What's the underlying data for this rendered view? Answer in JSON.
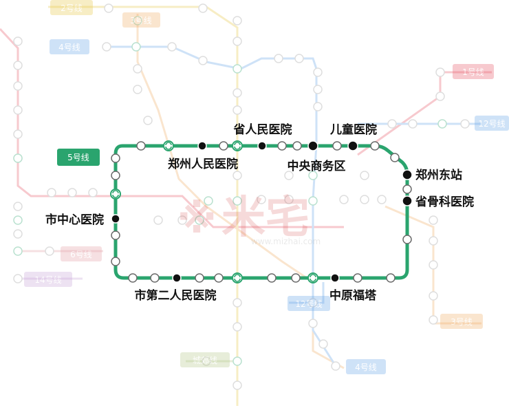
{
  "map": {
    "highlight_line": {
      "badge": "5号线",
      "color": "#2aa46e"
    },
    "stations": {
      "s1": "省人民医院",
      "s2": "儿童医院",
      "s3": "郑州人民医院",
      "s4": "中央商务区",
      "s5": "郑州东站",
      "s6": "省骨科医院",
      "s7": "市中心医院",
      "s8": "市第二人民医院",
      "s9": "中原福塔"
    },
    "other_lines": [
      {
        "id": "l2",
        "badge": "2号线",
        "color": "#e8c84a"
      },
      {
        "id": "l3",
        "badge": "3号线",
        "color": "#f1b06a"
      },
      {
        "id": "l4a",
        "badge": "4号线",
        "color": "#6aa6e8"
      },
      {
        "id": "l1",
        "badge": "1号线",
        "color": "#e85a6a"
      },
      {
        "id": "l12a",
        "badge": "12号线",
        "color": "#6aa6e8"
      },
      {
        "id": "l6",
        "badge": "6号线",
        "color": "#e6a0a8"
      },
      {
        "id": "l14",
        "badge": "14号线",
        "color": "#c9a6d8"
      },
      {
        "id": "l12b",
        "badge": "12号线",
        "color": "#6aa6e8"
      },
      {
        "id": "l4b",
        "badge": "4号线",
        "color": "#6aa6e8"
      },
      {
        "id": "l3b",
        "badge": "3号线",
        "color": "#f1b06a"
      },
      {
        "id": "lcj",
        "badge": "城郊线",
        "color": "#b5c98a"
      }
    ],
    "watermark": {
      "text": "米宅",
      "url": "www.mizhai.com"
    }
  }
}
